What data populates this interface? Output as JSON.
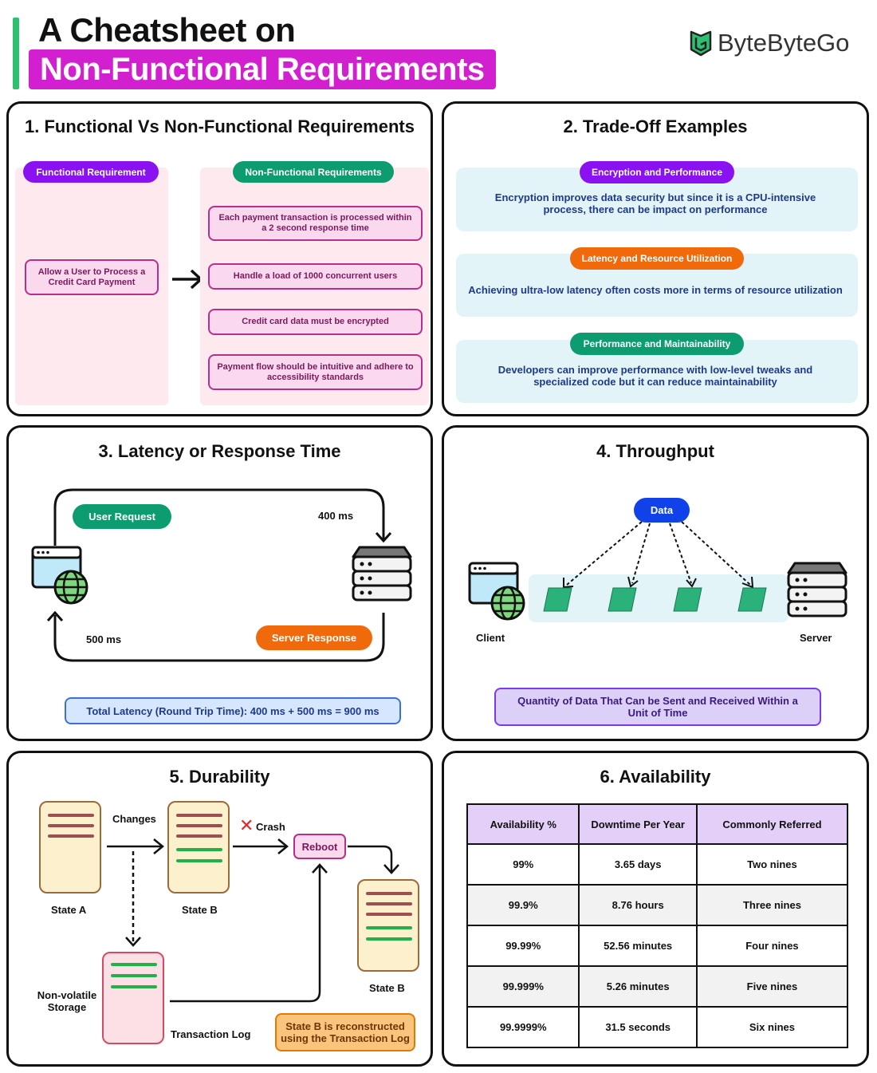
{
  "header": {
    "title_line1": "A Cheatsheet on",
    "title_line2": "Non-Functional Requirements",
    "brand": "ByteByteGo"
  },
  "panel1": {
    "title": "1. Functional Vs Non-Functional Requirements",
    "fr_label": "Functional Requirement",
    "fr_item": "Allow a User to Process a Credit Card Payment",
    "nfr_label": "Non-Functional Requirements",
    "nfr_items": [
      "Each payment transaction is processed within a 2 second response time",
      "Handle a load of 1000 concurrent users",
      "Credit card data must be encrypted",
      "Payment flow should be intuitive and adhere to accessibility standards"
    ]
  },
  "panel2": {
    "title": "2. Trade-Off Examples",
    "items": [
      {
        "label": "Encryption and Performance",
        "text": "Encryption improves data security but since it is a CPU-intensive process, there can be impact on performance",
        "color": "#8a12f0"
      },
      {
        "label": "Latency and Resource Utilization",
        "text": "Achieving ultra-low latency often costs more in terms of resource utilization",
        "color": "#f06a0c"
      },
      {
        "label": "Performance and Maintainability",
        "text": "Developers can improve performance with low-level tweaks and specialized code but it can reduce maintainability",
        "color": "#0c9c6f"
      }
    ]
  },
  "panel3": {
    "title": "3. Latency or Response Time",
    "request": "User Request",
    "response": "Server Response",
    "t_request": "400 ms",
    "t_response": "500 ms",
    "total": "Total Latency (Round Trip Time): 400 ms + 500 ms = 900 ms"
  },
  "panel4": {
    "title": "4. Throughput",
    "data": "Data",
    "client": "Client",
    "server": "Server",
    "definition": "Quantity of Data That Can be Sent and Received Within a Unit of Time"
  },
  "panel5": {
    "title": "5. Durability",
    "changes": "Changes",
    "crash": "Crash",
    "reboot": "Reboot",
    "state_a": "State A",
    "state_b": "State B",
    "state_b2": "State B",
    "storage": "Non-volatile Storage",
    "log": "Transaction Log",
    "note": "State B is reconstructed using the Transaction Log"
  },
  "panel6": {
    "title": "6. Availability",
    "headers": [
      "Availability %",
      "Downtime Per Year",
      "Commonly Referred"
    ],
    "rows": [
      [
        "99%",
        "3.65 days",
        "Two nines"
      ],
      [
        "99.9%",
        "8.76 hours",
        "Three nines"
      ],
      [
        "99.99%",
        "52.56 minutes",
        "Four nines"
      ],
      [
        "99.999%",
        "5.26 minutes",
        "Five nines"
      ],
      [
        "99.9999%",
        "31.5 seconds",
        "Six nines"
      ]
    ]
  }
}
